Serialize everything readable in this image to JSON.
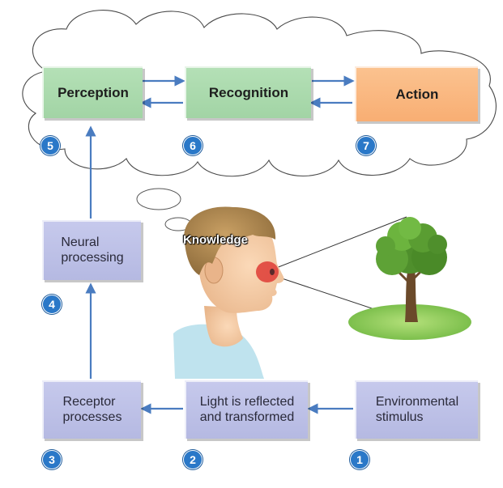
{
  "boxes": {
    "perception": "Perception",
    "recognition": "Recognition",
    "action": "Action",
    "neural": "Neural\nprocessing",
    "receptor": "Receptor\nprocesses",
    "light": "Light is reflected\nand transformed",
    "stimulus": "Environmental\nstimulus"
  },
  "badges": {
    "b1": "1",
    "b2": "2",
    "b3": "3",
    "b4": "4",
    "b5": "5",
    "b6": "6",
    "b7": "7"
  },
  "knowledge": "Knowledge",
  "colors": {
    "green_box": "#a8d8aa",
    "orange_box": "#f9b47c",
    "blue_box": "#babde6",
    "arrow": "#4a7cc0",
    "badge": "#2a78c8"
  }
}
